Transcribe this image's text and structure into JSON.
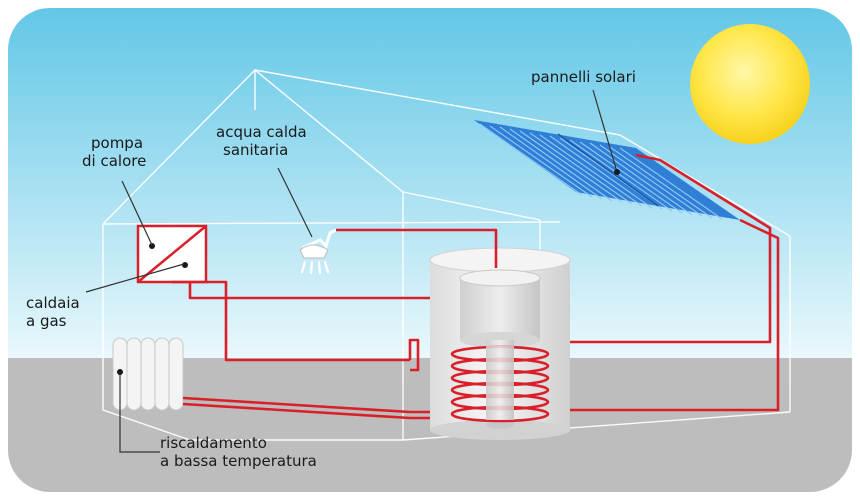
{
  "labels": {
    "pannelli_solari": "pannelli solari",
    "pompa_line1": "pompa",
    "pompa_line2": "di calore",
    "acqua_line1": "acqua calda",
    "acqua_line2": "sanitaria",
    "caldaia_line1": "caldaia",
    "caldaia_line2": "a gas",
    "riscaldamento_line1": "riscaldamento",
    "riscaldamento_line2": "a bassa temperatura"
  },
  "colors": {
    "sky_top": "#5fc6e6",
    "sky_bottom": "#e9f7fb",
    "ground": "#bfbfbf",
    "pipe": "#d9202a",
    "sun": "#ffe34d",
    "panel": "#2f7fd6",
    "tank": "#ececec",
    "house_line": "#ffffff"
  }
}
